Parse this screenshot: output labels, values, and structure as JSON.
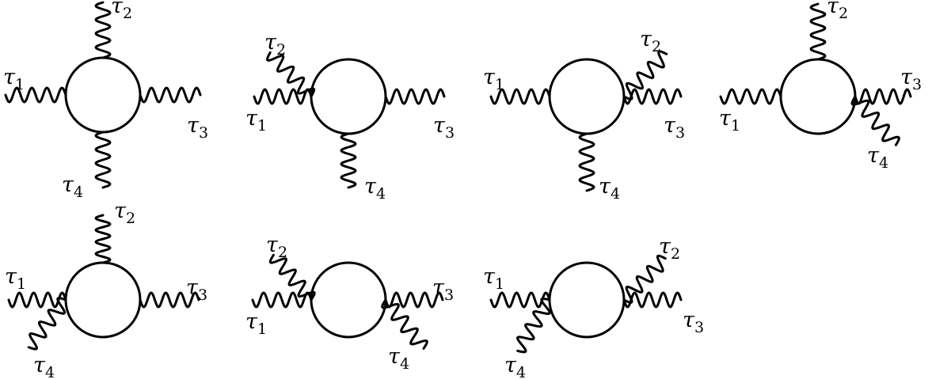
{
  "diagrams": [
    {
      "legs": [
        {
          "label": "τ",
          "index": "1"
        },
        {
          "label": "τ",
          "index": "2"
        },
        {
          "label": "τ",
          "index": "3"
        },
        {
          "label": "τ",
          "index": "4"
        }
      ]
    },
    {
      "legs": [
        {
          "label": "τ",
          "index": "1"
        },
        {
          "label": "τ",
          "index": "2"
        },
        {
          "label": "τ",
          "index": "3"
        },
        {
          "label": "τ",
          "index": "4"
        }
      ]
    },
    {
      "legs": [
        {
          "label": "τ",
          "index": "1"
        },
        {
          "label": "τ",
          "index": "2"
        },
        {
          "label": "τ",
          "index": "3"
        },
        {
          "label": "τ",
          "index": "4"
        }
      ]
    },
    {
      "legs": [
        {
          "label": "τ",
          "index": "1"
        },
        {
          "label": "τ",
          "index": "2"
        },
        {
          "label": "τ",
          "index": "3"
        },
        {
          "label": "τ",
          "index": "4"
        }
      ]
    },
    {
      "legs": [
        {
          "label": "τ",
          "index": "1"
        },
        {
          "label": "τ",
          "index": "2"
        },
        {
          "label": "τ",
          "index": "3"
        },
        {
          "label": "τ",
          "index": "4"
        }
      ]
    },
    {
      "legs": [
        {
          "label": "τ",
          "index": "1"
        },
        {
          "label": "τ",
          "index": "2"
        },
        {
          "label": "τ",
          "index": "3"
        },
        {
          "label": "τ",
          "index": "4"
        }
      ]
    },
    {
      "legs": [
        {
          "label": "τ",
          "index": "1"
        },
        {
          "label": "τ",
          "index": "2"
        },
        {
          "label": "τ",
          "index": "3"
        },
        {
          "label": "τ",
          "index": "4"
        }
      ]
    }
  ]
}
